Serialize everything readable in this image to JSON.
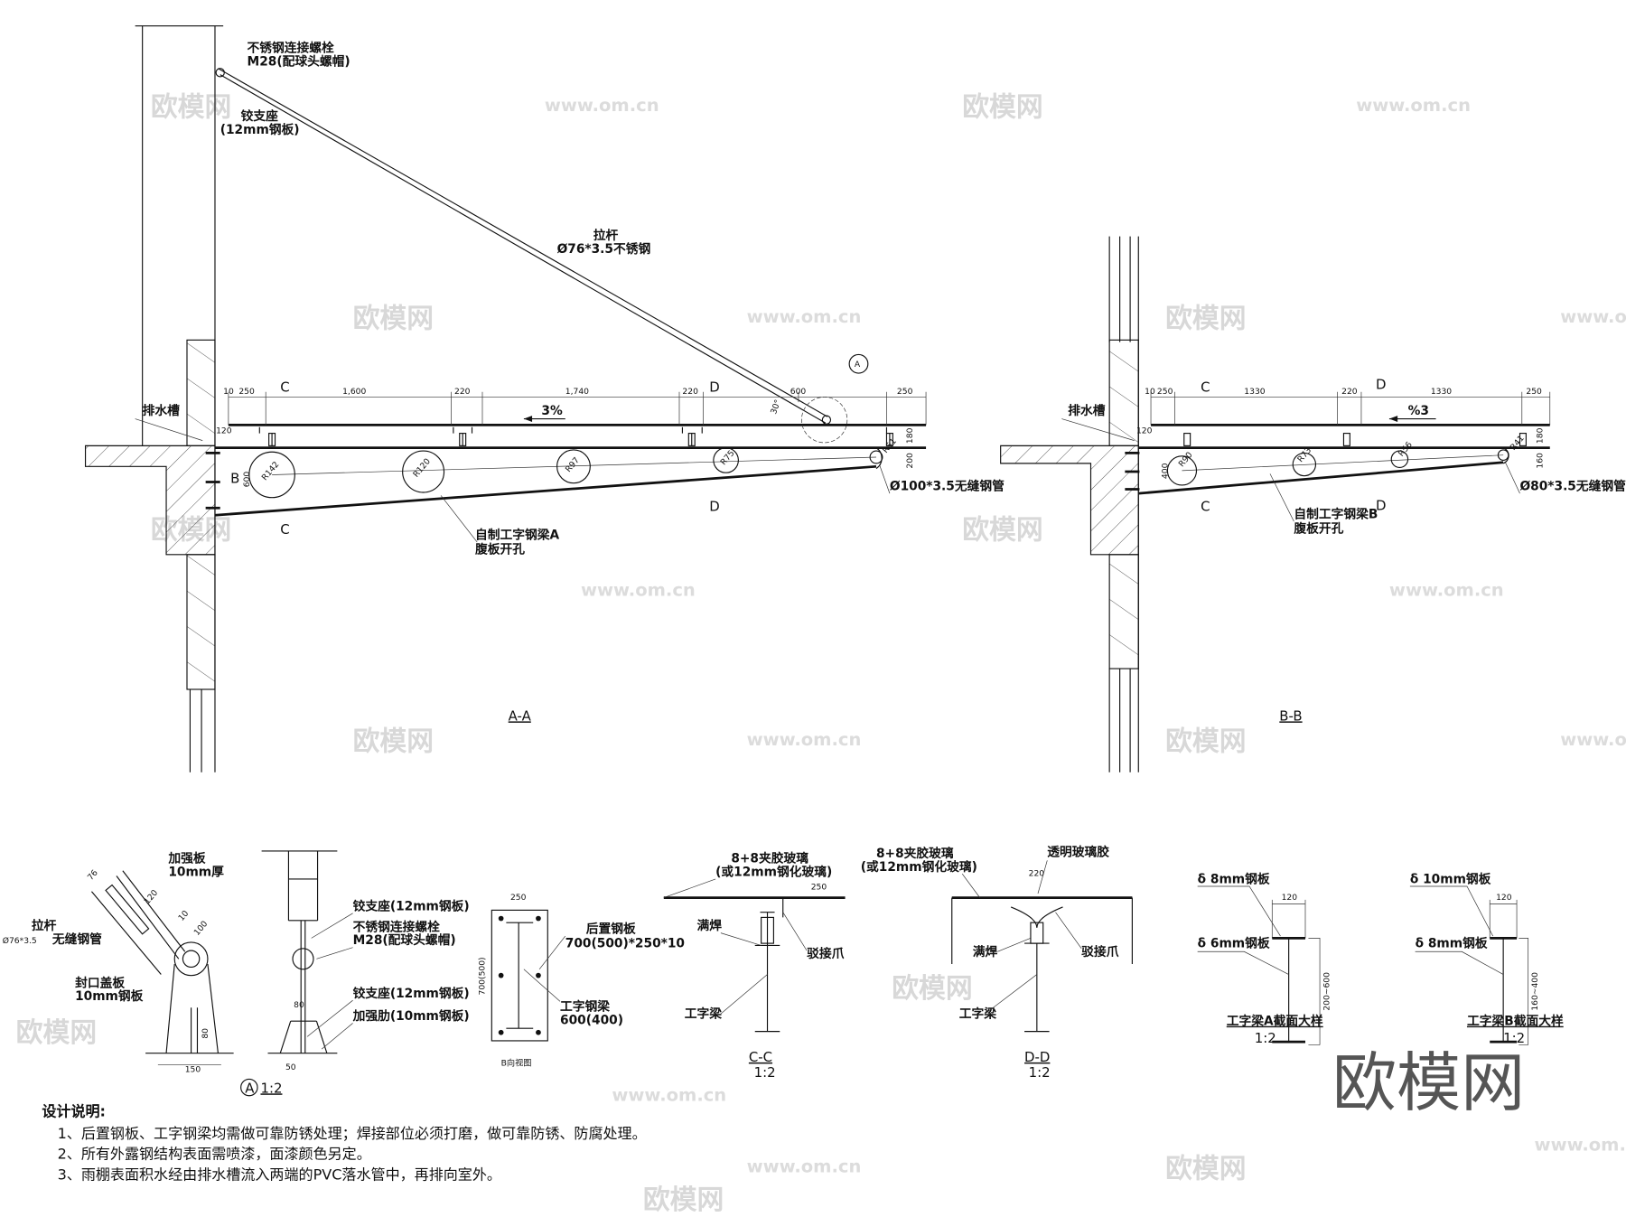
{
  "watermark": {
    "logo": "欧模网",
    "url": "www.om.cn"
  },
  "section_aa": {
    "title": "A-A",
    "bolt_label": [
      "不锈钢连接螺栓",
      "M28(配球头螺帽)"
    ],
    "hinge_label": [
      "铰支座",
      "(12mm钢板)"
    ],
    "rod_label": [
      "拉杆",
      "Ø76*3.5不锈钢"
    ],
    "gutter_label": "排水槽",
    "beam_label": [
      "自制工字钢梁A",
      "腹板开孔"
    ],
    "pipe_label": "Ø100*3.5无缝钢管",
    "slope": "3%",
    "dims": [
      "10",
      "250",
      "1,600",
      "220",
      "1,740",
      "220",
      "600",
      "250"
    ],
    "side_dims": [
      "120",
      "180",
      "200",
      "600"
    ],
    "angle": "30°",
    "holes": [
      "R142",
      "R120",
      "R97",
      "R75",
      "R51"
    ],
    "cut_marks": [
      "C",
      "D",
      "C",
      "D",
      "B"
    ],
    "detail_ref": "A"
  },
  "section_bb": {
    "title": "B-B",
    "gutter_label": "排水槽",
    "beam_label": [
      "自制工字钢梁B",
      "腹板开孔"
    ],
    "pipe_label": "Ø80*3.5无缝钢管",
    "slope": "%3",
    "dims": [
      "10",
      "250",
      "1330",
      "220",
      "1330",
      "250"
    ],
    "side_dims": [
      "120",
      "180",
      "160",
      "400"
    ],
    "holes": [
      "R90",
      "R73",
      "R56",
      "R41"
    ],
    "cut_marks": [
      "C",
      "D",
      "C",
      "D"
    ]
  },
  "detail_a": {
    "rod_label": [
      "拉杆",
      "Ø76*3.5",
      "无缝钢管"
    ],
    "plate_label": [
      "加强板",
      "10mm厚"
    ],
    "cap_label": [
      "封口盖板",
      "10mm钢板"
    ],
    "dims": [
      "76",
      "120",
      "10",
      "100",
      "80",
      "150"
    ],
    "hinge_label_1": "铰支座(12mm钢板)",
    "bolt_label": [
      "不锈钢连接螺栓",
      "M28(配球头螺帽)"
    ],
    "hinge_label_2": "铰支座(12mm钢板)",
    "rib_label": "加强肋(10mm钢板)",
    "side_dims": [
      "80",
      "50"
    ],
    "scale": "1:2",
    "ref": "A"
  },
  "plate_view": {
    "width_dim": "250",
    "height_dim": "700(500)",
    "plate_label": [
      "后置钢板",
      "700(500)*250*10"
    ],
    "beam_label": [
      "工字钢梁",
      "600(400)"
    ],
    "caption": "B向视图"
  },
  "section_cc": {
    "glass_label": [
      "8+8夹胶玻璃",
      "(或12mm钢化玻璃)"
    ],
    "dim": "250",
    "weld_label": "满焊",
    "claw_label": "驳接爪",
    "beam_label": "工字梁",
    "title": "C-C",
    "scale": "1:2"
  },
  "section_dd": {
    "glass_label": [
      "8+8夹胶玻璃",
      "(或12mm钢化玻璃)"
    ],
    "sealant_label": "透明玻璃胶",
    "dim": "220",
    "weld_label": "满焊",
    "claw_label": "驳接爪",
    "beam_label": "工字梁",
    "title": "D-D",
    "scale": "1:2"
  },
  "beam_a_section": {
    "flange_label": "δ 8mm钢板",
    "web_label": "δ 6mm钢板",
    "width_dim": "120",
    "height_dim": "200~600",
    "title": "工字梁A截面大样",
    "scale": "1:2"
  },
  "beam_b_section": {
    "flange_label": "δ 10mm钢板",
    "web_label": "δ 8mm钢板",
    "width_dim": "120",
    "height_dim": "160~400",
    "title": "工字梁B截面大样",
    "scale": "1:2"
  },
  "notes": {
    "title": "设计说明:",
    "items": [
      "1、后置钢板、工字钢梁均需做可靠防锈处理；焊接部位必须打磨，做可靠防锈、防腐处理。",
      "2、所有外露钢结构表面需喷漆，面漆颜色另定。",
      "3、雨棚表面积水经由排水槽流入两端的PVC落水管中，再排向室外。"
    ]
  }
}
